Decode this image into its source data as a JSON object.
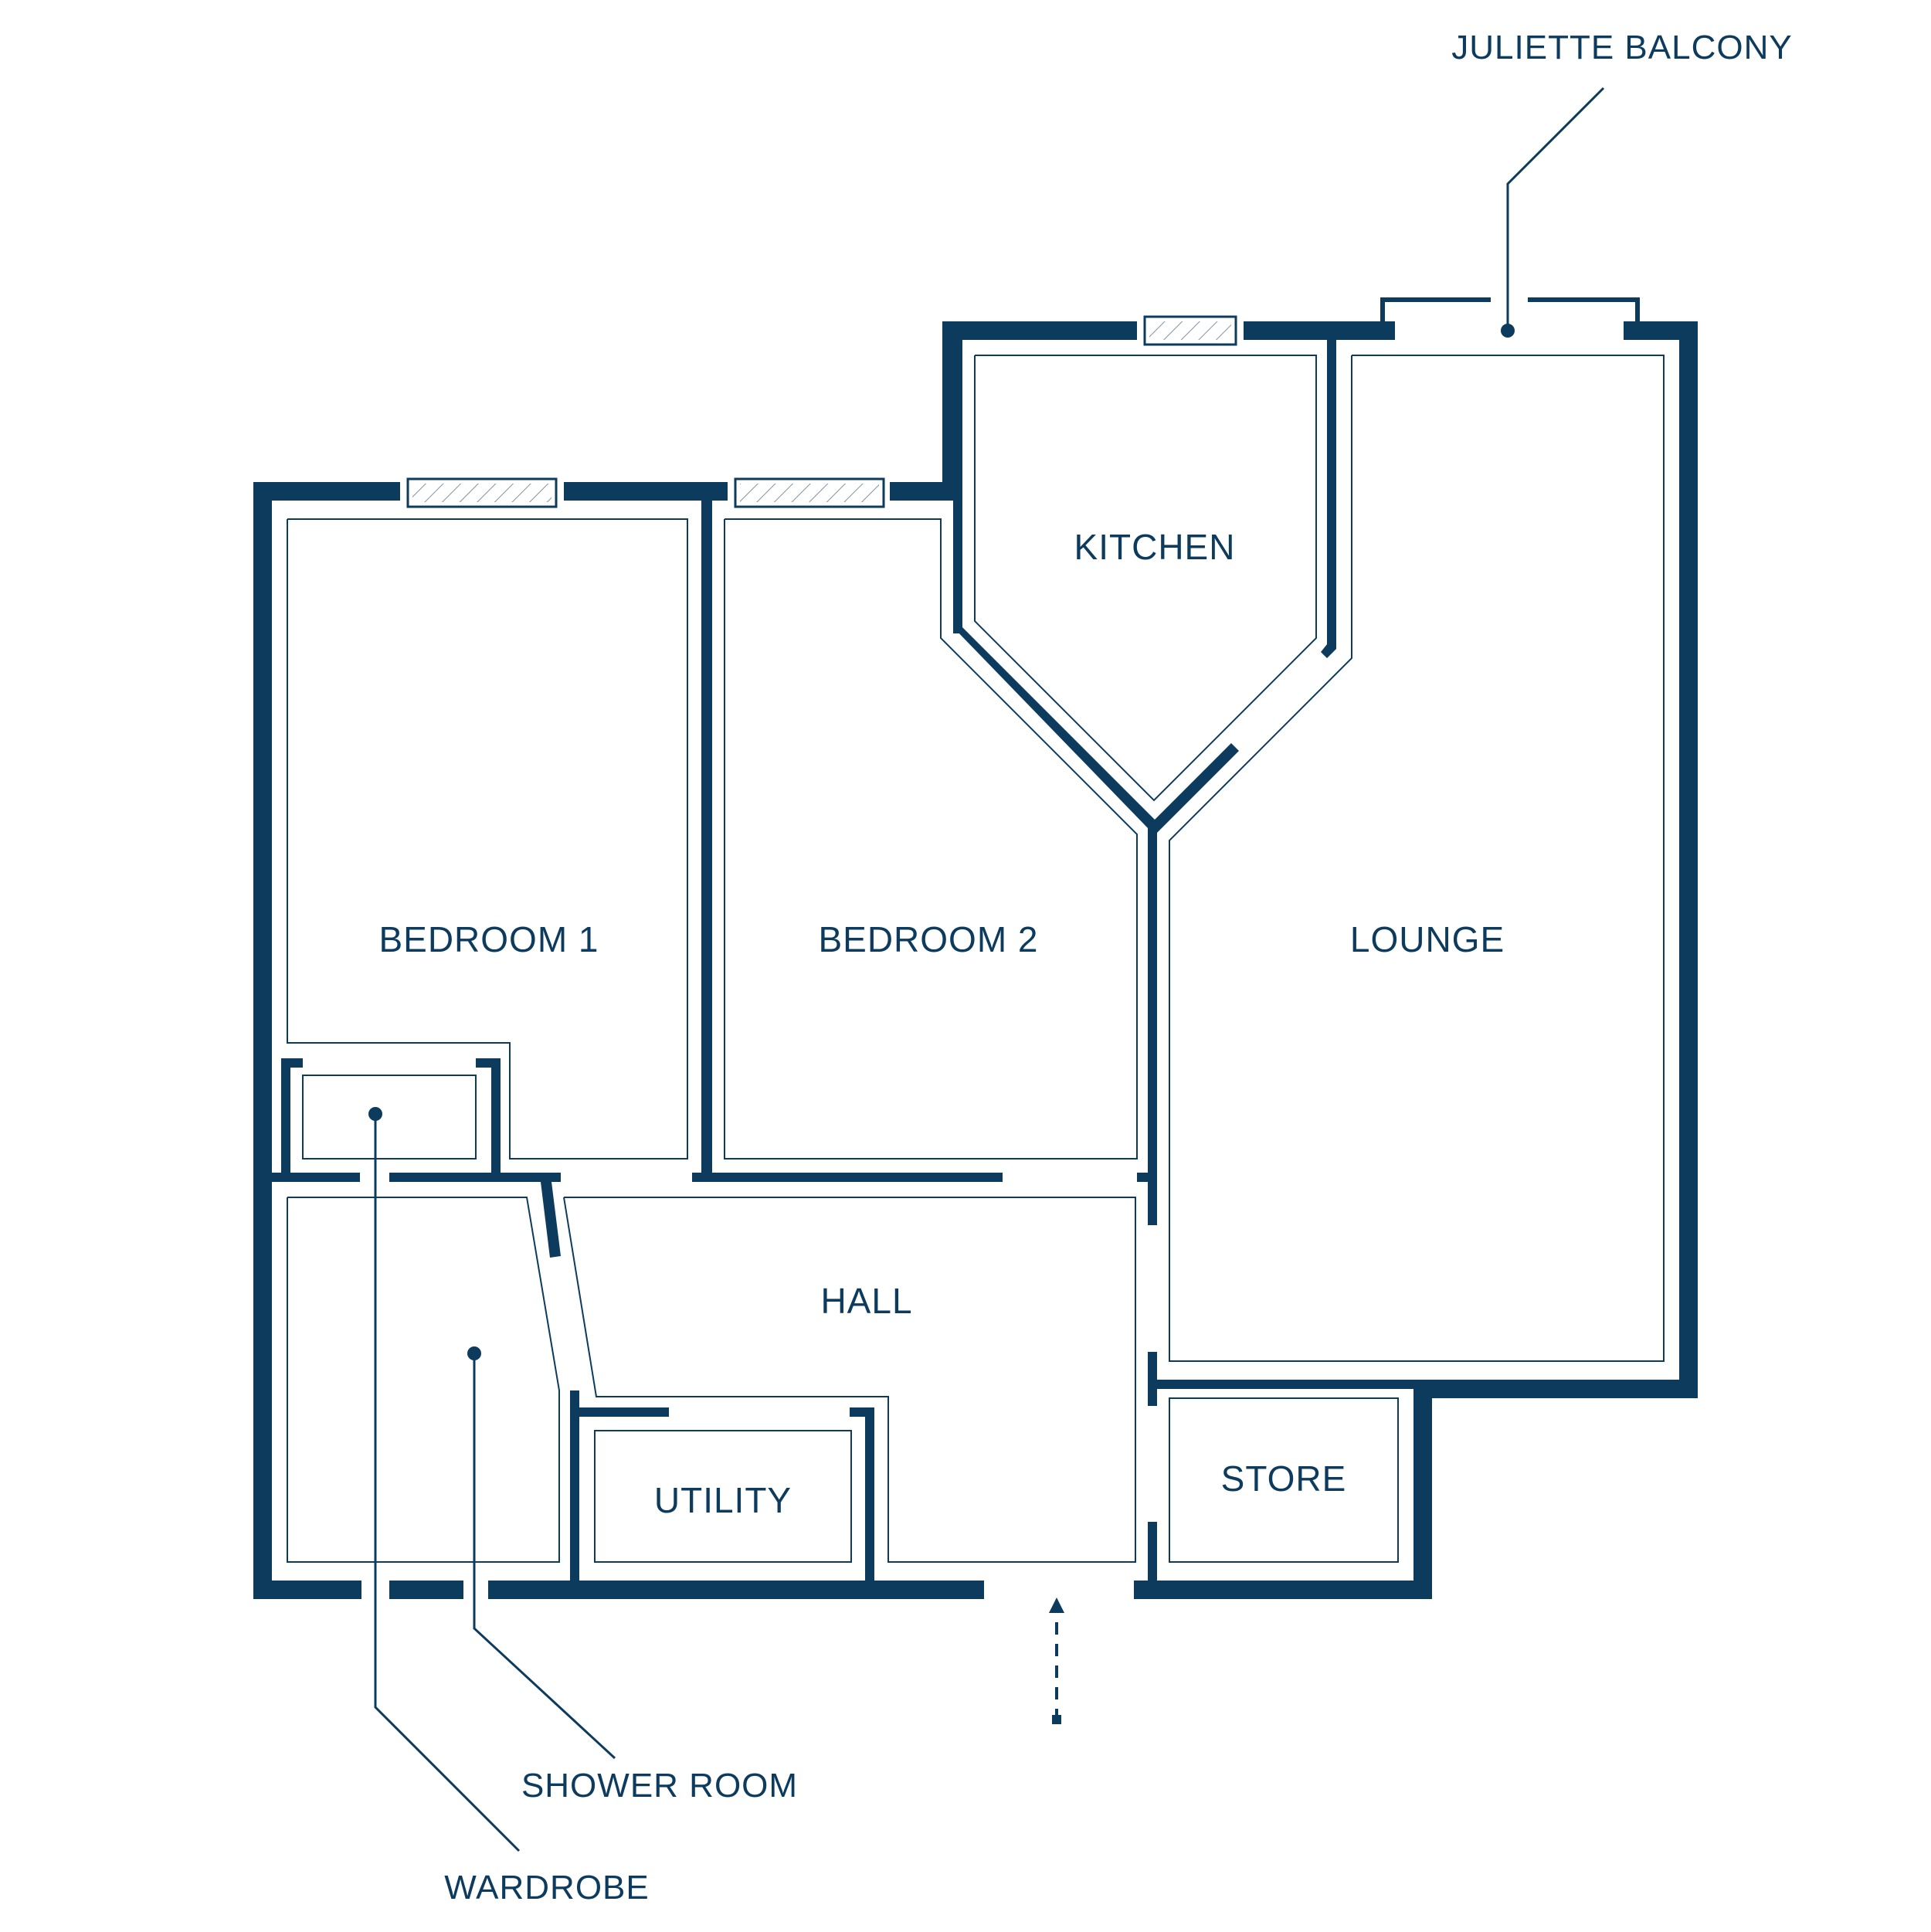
{
  "rooms": {
    "kitchen": "KITCHEN",
    "bedroom1": "BEDROOM 1",
    "bedroom2": "BEDROOM 2",
    "lounge": "LOUNGE",
    "hall": "HALL",
    "utility": "UTILITY",
    "store": "STORE"
  },
  "callouts": {
    "juliette_balcony": "JULIETTE BALCONY",
    "shower_room": "SHOWER ROOM",
    "wardrobe": "WARDROBE"
  },
  "colors": {
    "wall": "#0d3b5e",
    "background": "#ffffff"
  },
  "icons": {
    "entrance": "dashed-up-arrow-icon"
  }
}
